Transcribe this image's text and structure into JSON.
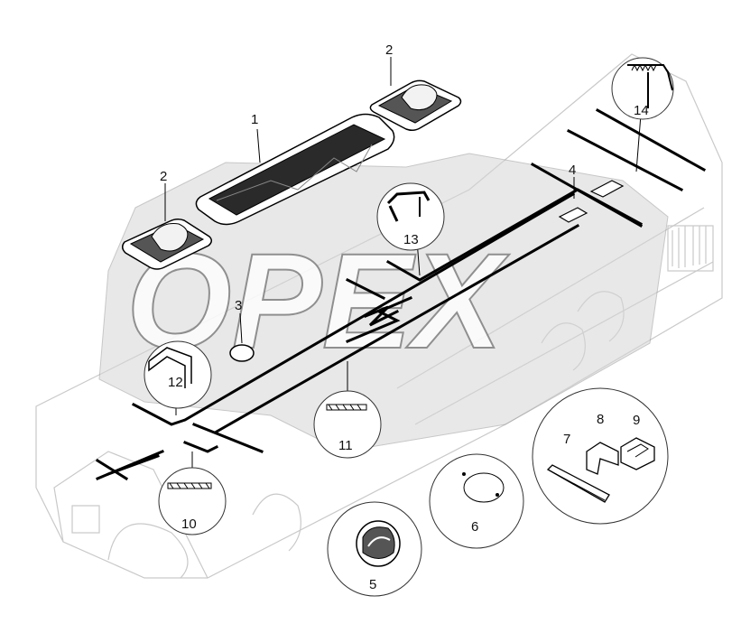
{
  "watermark": "OPEX",
  "corner_mark": "",
  "callouts": [
    {
      "id": "1",
      "label": "1"
    },
    {
      "id": "2a",
      "label": "2"
    },
    {
      "id": "2b",
      "label": "2"
    },
    {
      "id": "3",
      "label": "3"
    },
    {
      "id": "4",
      "label": "4"
    },
    {
      "id": "5",
      "label": "5"
    },
    {
      "id": "6",
      "label": "6"
    },
    {
      "id": "7",
      "label": "7"
    },
    {
      "id": "8",
      "label": "8"
    },
    {
      "id": "9",
      "label": "9"
    },
    {
      "id": "10",
      "label": "10"
    },
    {
      "id": "11",
      "label": "11"
    },
    {
      "id": "12",
      "label": "12"
    },
    {
      "id": "13",
      "label": "13"
    },
    {
      "id": "14",
      "label": "14"
    }
  ]
}
